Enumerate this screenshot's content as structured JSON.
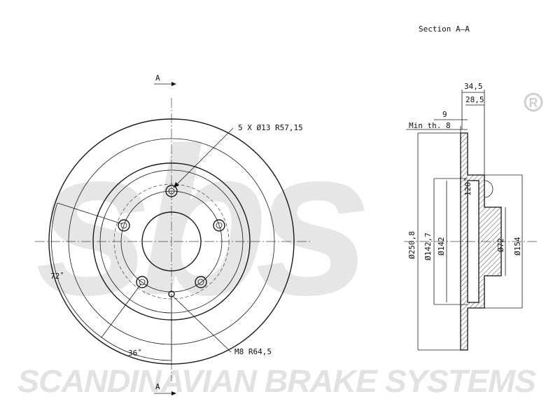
{
  "section_title": "Section  A–A",
  "section_marker": "A",
  "registered_mark": "R",
  "brand": {
    "logo_letters": "sbs",
    "tagline": "SCANDINAVIAN BRAKE SYSTEMS",
    "watermark_color": "#e6e6e6"
  },
  "front_view": {
    "bolt_pattern": "5  X  Ø13    R57,15",
    "thread_hole": "M8    R64,5",
    "angle_bolts": "72˚",
    "angle_thread": "36˚"
  },
  "section_view": {
    "total_height": "34,5",
    "hub_height": "28,5",
    "thickness": "9",
    "min_thickness": "Min  th.  8",
    "angle": "120˚",
    "dia_outer": "Ø250,8",
    "dia_142_7": "Ø142,7",
    "dia_142": "Ø142",
    "dia_72": "Ø72",
    "dia_154": "Ø154"
  }
}
